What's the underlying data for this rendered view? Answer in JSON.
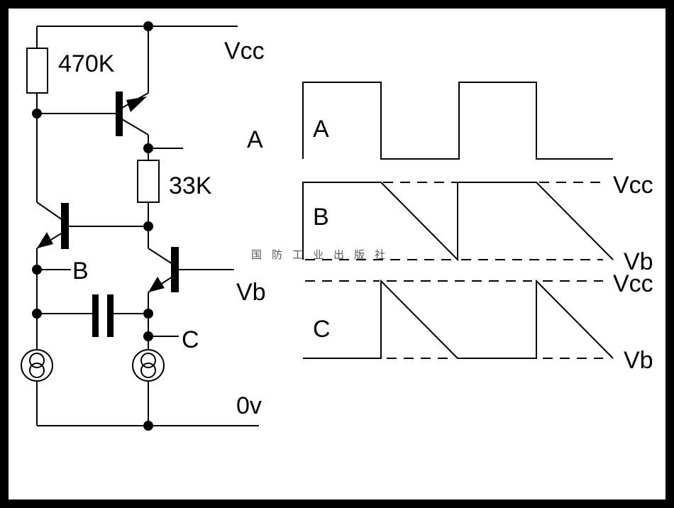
{
  "circuit": {
    "r1_label": "470K",
    "r2_label": "33K",
    "vcc_label": "Vcc",
    "vb_label": "Vb",
    "zero_label": "0v",
    "node_b_label": "B",
    "node_c_label": "C"
  },
  "waveforms": {
    "a_label_left": "A",
    "a_label_inside": "A",
    "b_label": "B",
    "c_label": "C",
    "b_vcc": "Vcc",
    "b_vb": "Vb",
    "c_vcc": "Vcc",
    "c_vb": "Vb"
  },
  "watermark": "国防工业出版社"
}
